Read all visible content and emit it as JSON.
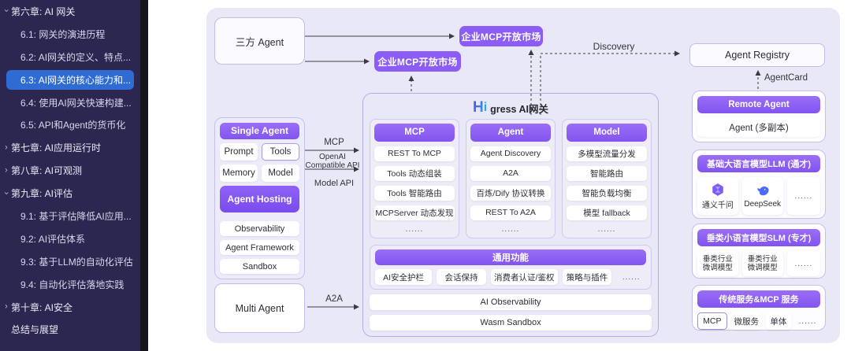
{
  "sidebar": {
    "items": [
      {
        "label": "第六章: AI 网关",
        "level": 1,
        "chevron": "down",
        "selected": false
      },
      {
        "label": "6.1: 网关的演进历程",
        "level": 2,
        "selected": false
      },
      {
        "label": "6.2: AI网关的定义、特点...",
        "level": 2,
        "selected": false
      },
      {
        "label": "6.3: AI网关的核心能力和...",
        "level": 2,
        "selected": true
      },
      {
        "label": "6.4: 使用AI网关快速构建...",
        "level": 2,
        "selected": false
      },
      {
        "label": "6.5: API和Agent的货币化",
        "level": 2,
        "selected": false
      },
      {
        "label": "第七章: AI应用运行时",
        "level": 1,
        "chevron": "right",
        "selected": false
      },
      {
        "label": "第八章: AI可观测",
        "level": 1,
        "chevron": "right",
        "selected": false
      },
      {
        "label": "第九章: AI评估",
        "level": 1,
        "chevron": "down",
        "selected": false
      },
      {
        "label": "9.1: 基于评估降低AI应用...",
        "level": 2,
        "selected": false
      },
      {
        "label": "9.2: AI评估体系",
        "level": 2,
        "selected": false
      },
      {
        "label": "9.3: 基于LLM的自动化评估",
        "level": 2,
        "selected": false
      },
      {
        "label": "9.4: 自动化评估落地实践",
        "level": 2,
        "selected": false
      },
      {
        "label": "第十章: AI安全",
        "level": 1,
        "chevron": "right",
        "selected": false
      },
      {
        "label": "总结与展望",
        "level": 1,
        "selected": false
      }
    ]
  },
  "diagram": {
    "third_party_agent": "三方 Agent",
    "mcp_market_top": "企业MCP开放市场",
    "mcp_market_mid": "企业MCP开放市场",
    "agent_registry": "Agent Registry",
    "labels": {
      "discovery": "Discovery",
      "agentcard": "AgentCard",
      "mcp": "MCP",
      "openai_line1": "OpenAI",
      "openai_line2": "Compatible API",
      "model_api": "Model API",
      "a2a": "A2A"
    },
    "remote_agent": {
      "header": "Remote Agent",
      "replica": "Agent (多副本)"
    },
    "single_agent": {
      "header": "Single Agent",
      "cells": [
        "Prompt",
        "Tools",
        "Memory",
        "Model"
      ],
      "hosting": "Agent Hosting",
      "stack": [
        "Observability",
        "Agent Framework",
        "Sandbox"
      ]
    },
    "multi_agent": "Multi Agent",
    "gateway": {
      "logo": {
        "h": "H",
        "i": "i",
        "rest": "gress AI网关"
      },
      "columns": [
        {
          "header": "MCP",
          "rows": [
            "REST To MCP",
            "Tools 动态组装",
            "Tools 智能路由",
            "MCPServer 动态发现",
            "......"
          ]
        },
        {
          "header": "Agent",
          "rows": [
            "Agent Discovery",
            "A2A",
            "百炼/Dify 协议转换",
            "REST To A2A",
            "......"
          ]
        },
        {
          "header": "Model",
          "rows": [
            "多模型流量分发",
            "智能路由",
            "智能负载均衡",
            "模型 fallback",
            "......"
          ]
        }
      ],
      "common": {
        "header": "通用功能",
        "items": [
          "AI安全护栏",
          "会话保持",
          "消费者认证/鉴权",
          "策略与插件",
          "......"
        ]
      },
      "bars": [
        "AI Observability",
        "Wasm Sandbox"
      ]
    },
    "right": {
      "llm": {
        "header": "基础大语言模型LLM (通才)",
        "models": [
          {
            "name": "通义千问"
          },
          {
            "name": "DeepSeek"
          }
        ],
        "more": "......"
      },
      "slm": {
        "header": "垂类小语言模型SLM (专才)",
        "items": [
          "垂类行业\n微调模型",
          "垂类行业\n微调模型"
        ],
        "more": "......"
      },
      "legacy": {
        "header": "传统服务&MCP 服务",
        "items": [
          "MCP",
          "微服务",
          "单体"
        ],
        "more": "......"
      }
    }
  },
  "colors": {
    "accent_purple": "#8b5cf6",
    "selected_blue": "#2e6bd3",
    "sidebar_bg": "#2b2750",
    "panel_bg": "#e9e8f6",
    "logo_blue": "#3572f0",
    "tongyi_purple": "#7c5cf5",
    "deepseek_blue": "#4d6bfe"
  }
}
